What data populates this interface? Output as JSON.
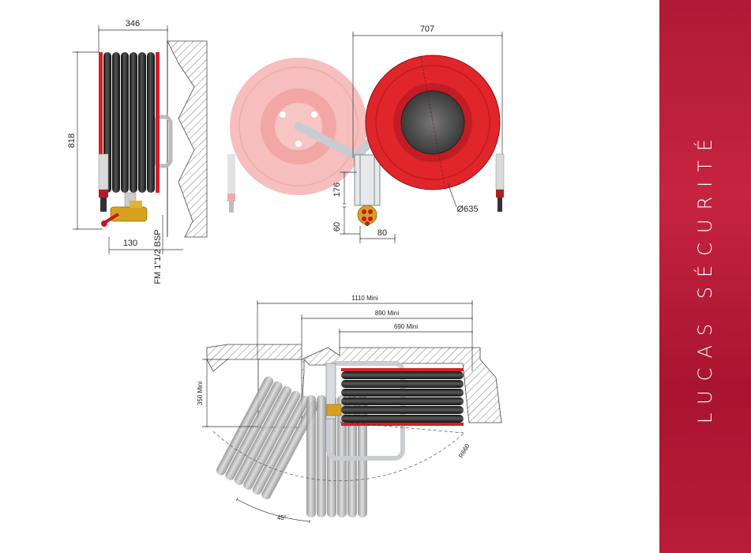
{
  "brand": {
    "name": "LUCAS SÉCURITÉ",
    "band_color": "#b81c38"
  },
  "colors": {
    "reel_red": "#e0252b",
    "reel_red_ghost": "#f3a3a1",
    "hose_dark": "#1e1e1e",
    "hose_ghost": "#a8a8a8",
    "brass": "#d6a21e"
  },
  "side_view": {
    "width": "346",
    "height": "818",
    "offset": "130",
    "connection": "FM 1\"1/2 BSP"
  },
  "front_view": {
    "width": "707",
    "diameter": "Ø635",
    "arm_height": "176",
    "valve_height": "60",
    "valve_width": "80"
  },
  "top_view": {
    "dist_a": "1110 Mini",
    "dist_b": "890 Mini",
    "dist_c": "690 Mini",
    "depth": "350 Mini",
    "radius": "R660",
    "angle": "45°"
  }
}
